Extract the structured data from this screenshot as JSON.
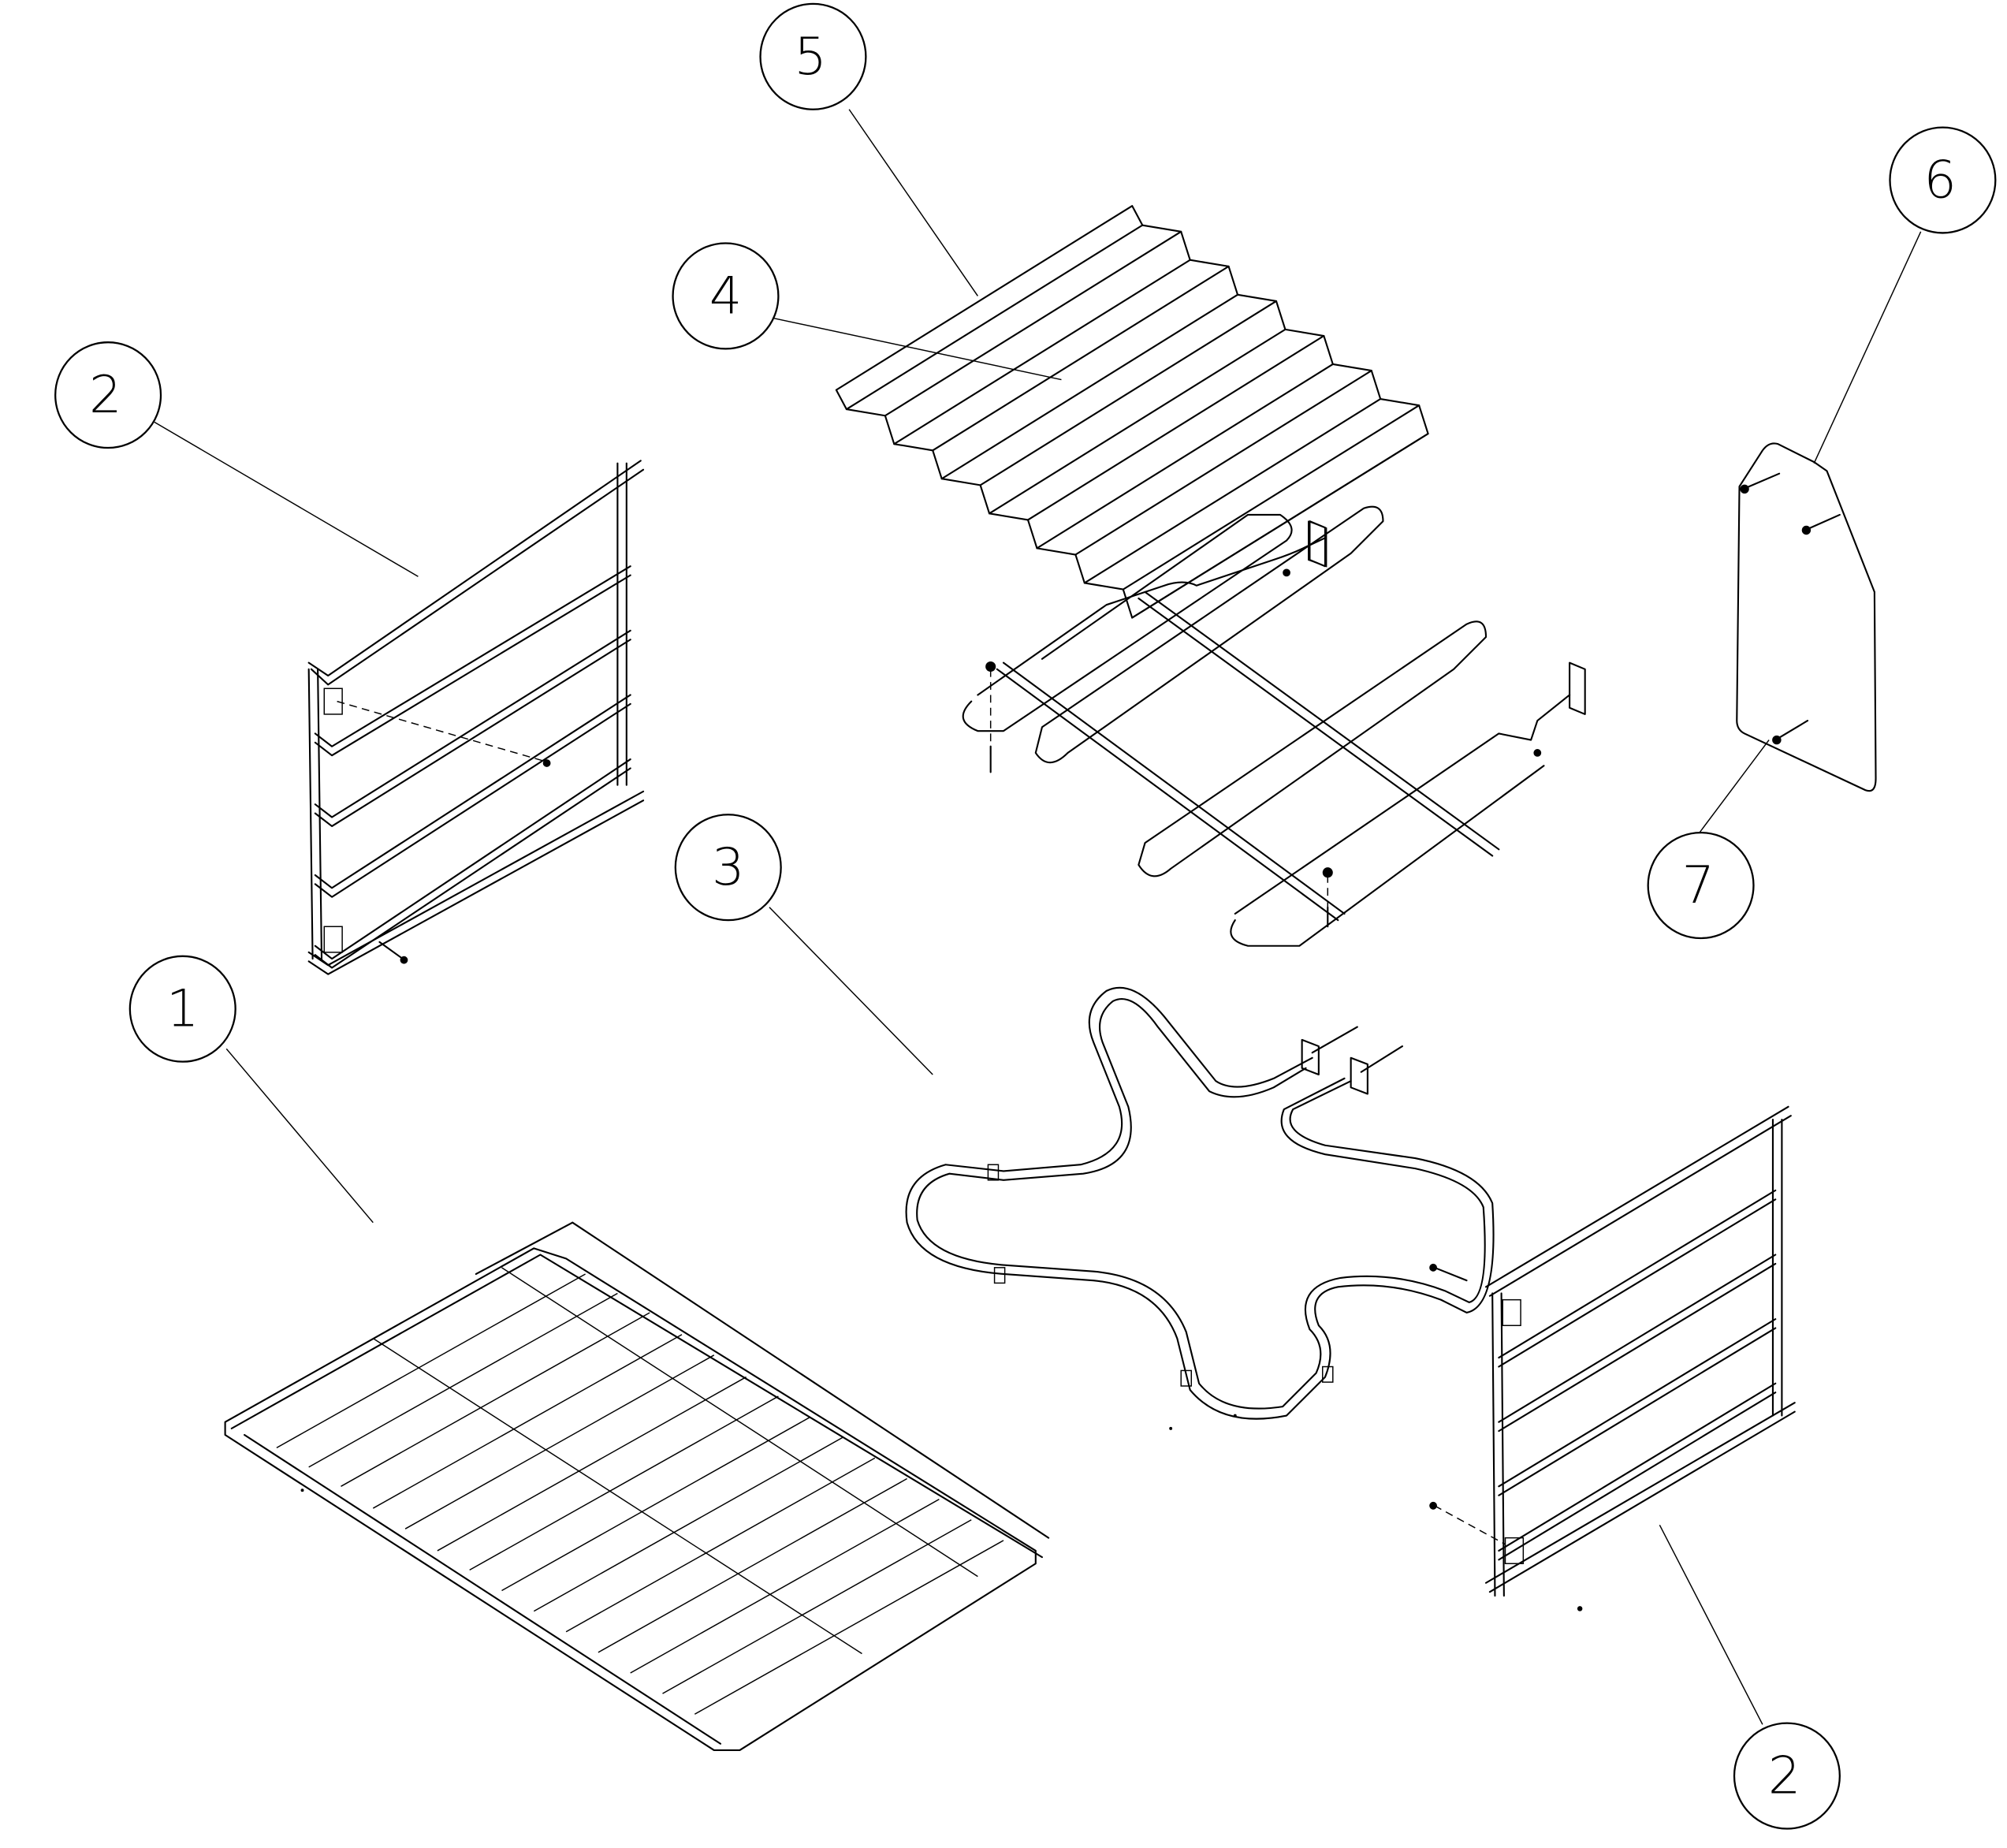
{
  "diagram": {
    "type": "exploded-parts-diagram",
    "subject": "oven interior parts",
    "background": "#ffffff",
    "line_color": "#000000"
  },
  "callouts": [
    {
      "id": "c5",
      "label": "5",
      "part": "broil element shield (corrugated)"
    },
    {
      "id": "c6",
      "label": "6",
      "part": "side panel / cover plate"
    },
    {
      "id": "c2a",
      "label": "2",
      "part": "rack support (left)"
    },
    {
      "id": "c4",
      "label": "4",
      "part": "broil element"
    },
    {
      "id": "c3",
      "label": "3",
      "part": "bake element"
    },
    {
      "id": "c7",
      "label": "7",
      "part": "screw"
    },
    {
      "id": "c1",
      "label": "1",
      "part": "oven rack"
    },
    {
      "id": "c2b",
      "label": "2",
      "part": "rack support (right)"
    }
  ]
}
